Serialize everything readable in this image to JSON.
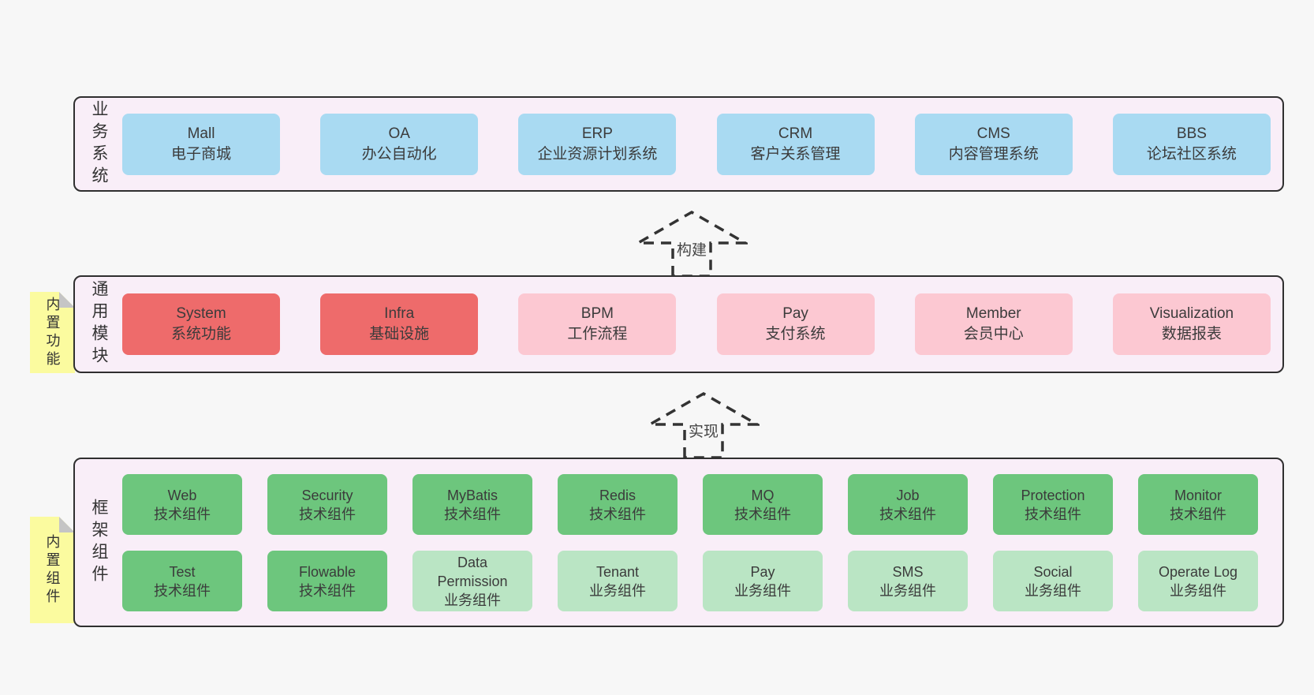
{
  "diagram": {
    "arrows": {
      "build": "构建",
      "implement": "实现"
    },
    "sections": {
      "business": {
        "label": "业务系统",
        "boxes": [
          {
            "name": "Mall",
            "desc": "电子商城"
          },
          {
            "name": "OA",
            "desc": "办公自动化"
          },
          {
            "name": "ERP",
            "desc": "企业资源计划系统"
          },
          {
            "name": "CRM",
            "desc": "客户关系管理"
          },
          {
            "name": "CMS",
            "desc": "内容管理系统"
          },
          {
            "name": "BBS",
            "desc": "论坛社区系统"
          }
        ]
      },
      "modules": {
        "label": "通用模块",
        "note": "内置功能",
        "boxes": [
          {
            "name": "System",
            "desc": "系统功能"
          },
          {
            "name": "Infra",
            "desc": "基础设施"
          },
          {
            "name": "BPM",
            "desc": "工作流程"
          },
          {
            "name": "Pay",
            "desc": "支付系统"
          },
          {
            "name": "Member",
            "desc": "会员中心"
          },
          {
            "name": "Visualization",
            "desc": "数据报表"
          }
        ]
      },
      "components": {
        "label": "框架组件",
        "note": "内置组件",
        "row1": [
          {
            "name": "Web",
            "desc": "技术组件"
          },
          {
            "name": "Security",
            "desc": "技术组件"
          },
          {
            "name": "MyBatis",
            "desc": "技术组件"
          },
          {
            "name": "Redis",
            "desc": "技术组件"
          },
          {
            "name": "MQ",
            "desc": "技术组件"
          },
          {
            "name": "Job",
            "desc": "技术组件"
          },
          {
            "name": "Protection",
            "desc": "技术组件"
          },
          {
            "name": "Monitor",
            "desc": "技术组件"
          }
        ],
        "row2": [
          {
            "name": "Test",
            "desc": "技术组件"
          },
          {
            "name": "Flowable",
            "desc": "技术组件"
          },
          {
            "name": "Data Permission",
            "desc": "业务组件"
          },
          {
            "name": "Tenant",
            "desc": "业务组件"
          },
          {
            "name": "Pay",
            "desc": "业务组件"
          },
          {
            "name": "SMS",
            "desc": "业务组件"
          },
          {
            "name": "Social",
            "desc": "业务组件"
          },
          {
            "name": "Operate Log",
            "desc": "业务组件"
          }
        ]
      }
    },
    "colors": {
      "page_bg": "#f7f7f7",
      "panel_bg": "#f9eef8",
      "panel_border": "#2f2f2f",
      "blue": "#a9daf2",
      "red": "#ee6b6b",
      "pink": "#fcc8d2",
      "green": "#6dc67d",
      "light_green": "#bae5c4",
      "note_yellow": "#fbfb9f",
      "fold_gray": "#c5c5c5"
    }
  }
}
